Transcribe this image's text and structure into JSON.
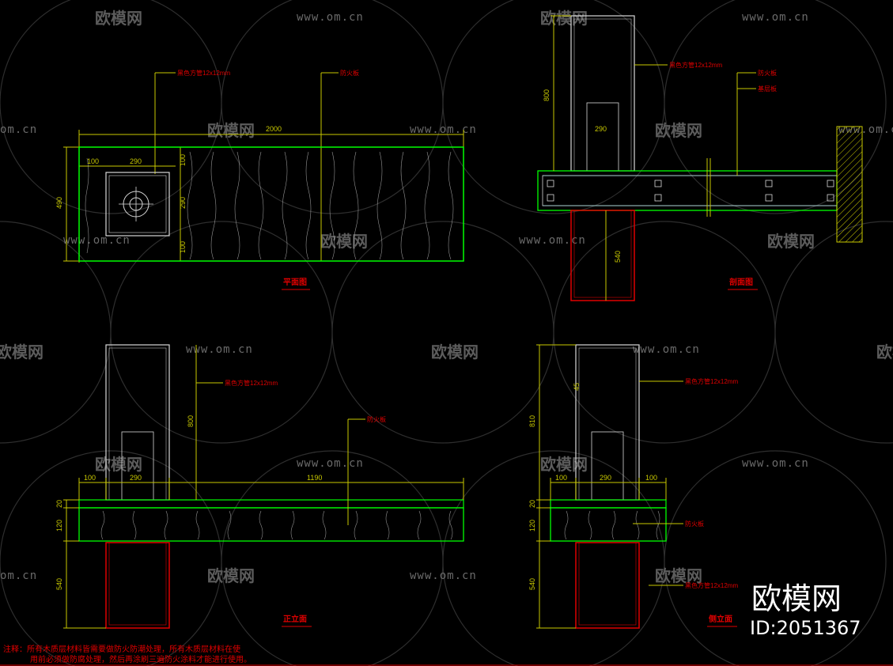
{
  "watermark": {
    "brand": "欧模网",
    "url": "www.om.cn",
    "url_partial": "om.cn",
    "brand_partial": "欧模网"
  },
  "drawings": {
    "plan": {
      "title": "平面图",
      "label_pipe": "黑色方管12x12mm",
      "label_board": "防火板",
      "dim_100": "100",
      "dim_290": "290",
      "dim_2000": "2000",
      "dim_490": "490",
      "dim_right_top": "100",
      "dim_right_mid": "290",
      "dim_right_bot": "100"
    },
    "section": {
      "title": "剖面图",
      "label_board": "防火板",
      "label_layer": "基层板",
      "label_pipe": "黑色方管12x12mm",
      "dim_800": "800",
      "dim_290": "290",
      "dim_540": "540"
    },
    "front": {
      "title": "正立面",
      "label_pipe": "黑色方管12x12mm",
      "label_board": "防火板",
      "dim_100": "100",
      "dim_290": "290",
      "dim_1190": "1190",
      "dim_800": "800",
      "dim_20": "20",
      "dim_120": "120",
      "dim_540": "540"
    },
    "side": {
      "title": "侧立面",
      "label_pipe": "黑色方管12x12mm",
      "label_pipe2": "黑色方管12x12mm",
      "label_board": "防火板",
      "dim_100a": "100",
      "dim_290": "290",
      "dim_100b": "100",
      "dim_810": "810",
      "dim_20": "20",
      "dim_120": "120",
      "dim_540": "540",
      "dim_45": "45"
    }
  },
  "note": {
    "line1": "注释：所有木质层材料皆需要做防火防潮处理，所有木质层材料在使",
    "line2": "用前必须做防腐处理，然后再涂刷三遍防火涂料才能进行使用。"
  },
  "logo": {
    "brand": "欧模网",
    "id_text": "ID:2051367"
  },
  "colors": {
    "outline": "#00ff00",
    "dimension": "#c8c800",
    "leader": "#c8c800",
    "annotation": "#e00000",
    "frame_white": "#d8d8d8",
    "frame_red": "#e00000",
    "wall_hatch": "#c8c800",
    "cyan": "#00c8c8"
  }
}
